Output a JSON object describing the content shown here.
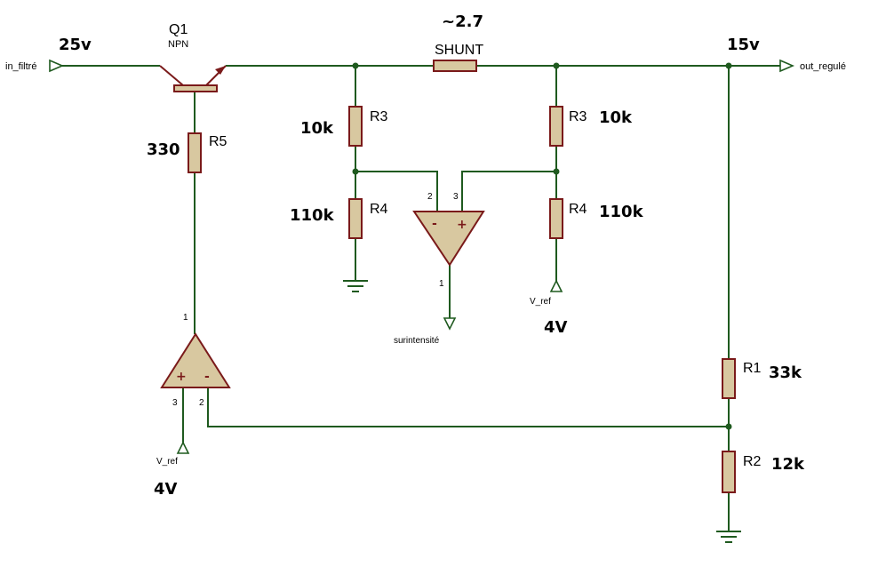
{
  "terminals": {
    "input_label": "in_filtré",
    "output_label": "out_regulé",
    "surintensite_label": "surintensité",
    "vref_label": "V_ref"
  },
  "voltages": {
    "input": "25v",
    "output": "15v",
    "shunt_drop": "~2.7",
    "vref_right": "4V",
    "vref_bottom": "4V"
  },
  "transistor": {
    "name": "Q1",
    "type": "NPN"
  },
  "shunt": {
    "name": "SHUNT"
  },
  "resistors": {
    "r5": {
      "name": "R5",
      "value": "330"
    },
    "r3_left": {
      "name": "R3",
      "value": "10k"
    },
    "r4_left": {
      "name": "R4",
      "value": "110k"
    },
    "r3_right": {
      "name": "R3",
      "value": "10k"
    },
    "r4_right": {
      "name": "R4",
      "value": "110k"
    },
    "r1": {
      "name": "R1",
      "value": "33k"
    },
    "r2": {
      "name": "R2",
      "value": "12k"
    }
  },
  "opamp_top": {
    "pin_minus": "2",
    "pin_plus": "3",
    "pin_out": "1",
    "minus": "-",
    "plus": "+"
  },
  "opamp_bottom": {
    "pin_plus": "3",
    "pin_minus": "2",
    "pin_out": "1",
    "minus": "-",
    "plus": "+"
  },
  "colors": {
    "wire": "#1f5a1f",
    "component_outline": "#7a1a1a",
    "component_fill": "#d8c8a0"
  }
}
